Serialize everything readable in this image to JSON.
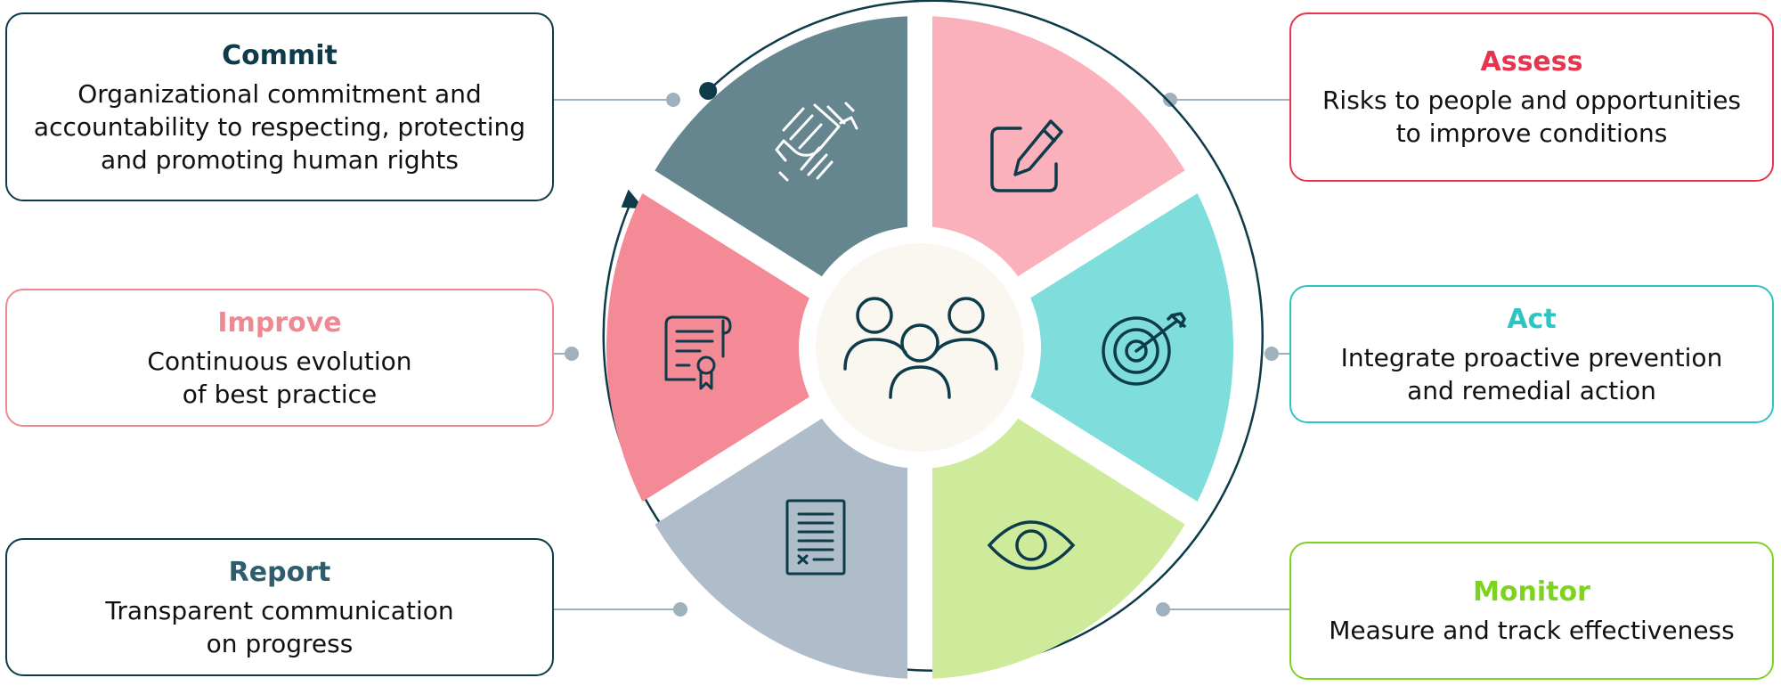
{
  "colors": {
    "navy": "#0d3b4a",
    "commit": "#66868f",
    "assess": "#fbb1bb",
    "act": "#7fdedc",
    "monitor": "#cdeb9b",
    "report": "#afbcca",
    "improve": "#f48a96",
    "center": "#f9f7ef",
    "connector": "#9fb1bd"
  },
  "center": {
    "icon": "people-group-icon"
  },
  "stages": [
    {
      "key": "commit",
      "title": "Commit",
      "description": "Organizational commitment and\naccountability to respecting, protecting\nand promoting human rights",
      "title_color": "#0d3b4a",
      "border_color": "#0d3b4a",
      "icon": "hands-stacked-icon"
    },
    {
      "key": "assess",
      "title": "Assess",
      "description": "Risks to people and opportunities\nto improve conditions",
      "title_color": "#e8344e",
      "border_color": "#e8344e",
      "icon": "edit-pencil-icon"
    },
    {
      "key": "act",
      "title": "Act",
      "description": "Integrate proactive prevention\nand remedial action",
      "title_color": "#2ec4c1",
      "border_color": "#2ec4c1",
      "icon": "target-arrow-icon"
    },
    {
      "key": "monitor",
      "title": "Monitor",
      "description": "Measure and track effectiveness",
      "title_color": "#7ed321",
      "border_color": "#7ed321",
      "icon": "eye-icon"
    },
    {
      "key": "report",
      "title": "Report",
      "description": "Transparent communication\non progress",
      "title_color": "#2f5d6b",
      "border_color": "#0d3b4a",
      "icon": "document-icon"
    },
    {
      "key": "improve",
      "title": "Improve",
      "description": "Continuous evolution\nof best practice",
      "title_color": "#f08892",
      "border_color": "#f08892",
      "icon": "certificate-icon"
    }
  ]
}
